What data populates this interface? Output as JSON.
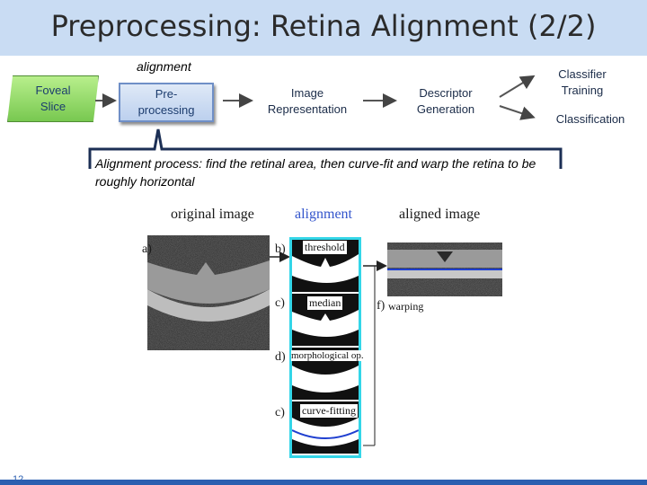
{
  "slide": {
    "title": "Preprocessing: Retina Alignment (2/2)",
    "top_note": "alignment",
    "page_number": "12"
  },
  "pipeline": {
    "foveal": "Foveal\nSlice",
    "preprocessing": "Pre-\nprocessing",
    "representation": "Image\nRepresentation",
    "descriptor": "Descriptor\nGeneration",
    "classifier_training": "Classifier\nTraining",
    "classification": "Classification"
  },
  "caption": "Alignment process:  find the retinal area, then curve-fit and warp the retina to be roughly horizontal",
  "figure": {
    "heading_original": "original image",
    "heading_alignment": "alignment",
    "heading_aligned": "aligned image",
    "letter_a": "a)",
    "letter_b": "b)",
    "letter_c1": "c)",
    "letter_d": "d)",
    "letter_c2": "c)",
    "letter_f": "f)",
    "label_threshold": "threshold",
    "label_median": "median",
    "label_morph": "morphological op.",
    "label_curve": "curve-fitting",
    "label_warping": "warping"
  },
  "colors": {
    "title_bar": "#c9dcf3",
    "accent_blue": "#2b5fb0",
    "highlight_cyan": "#33d6e8",
    "green_box": "#78c850"
  }
}
